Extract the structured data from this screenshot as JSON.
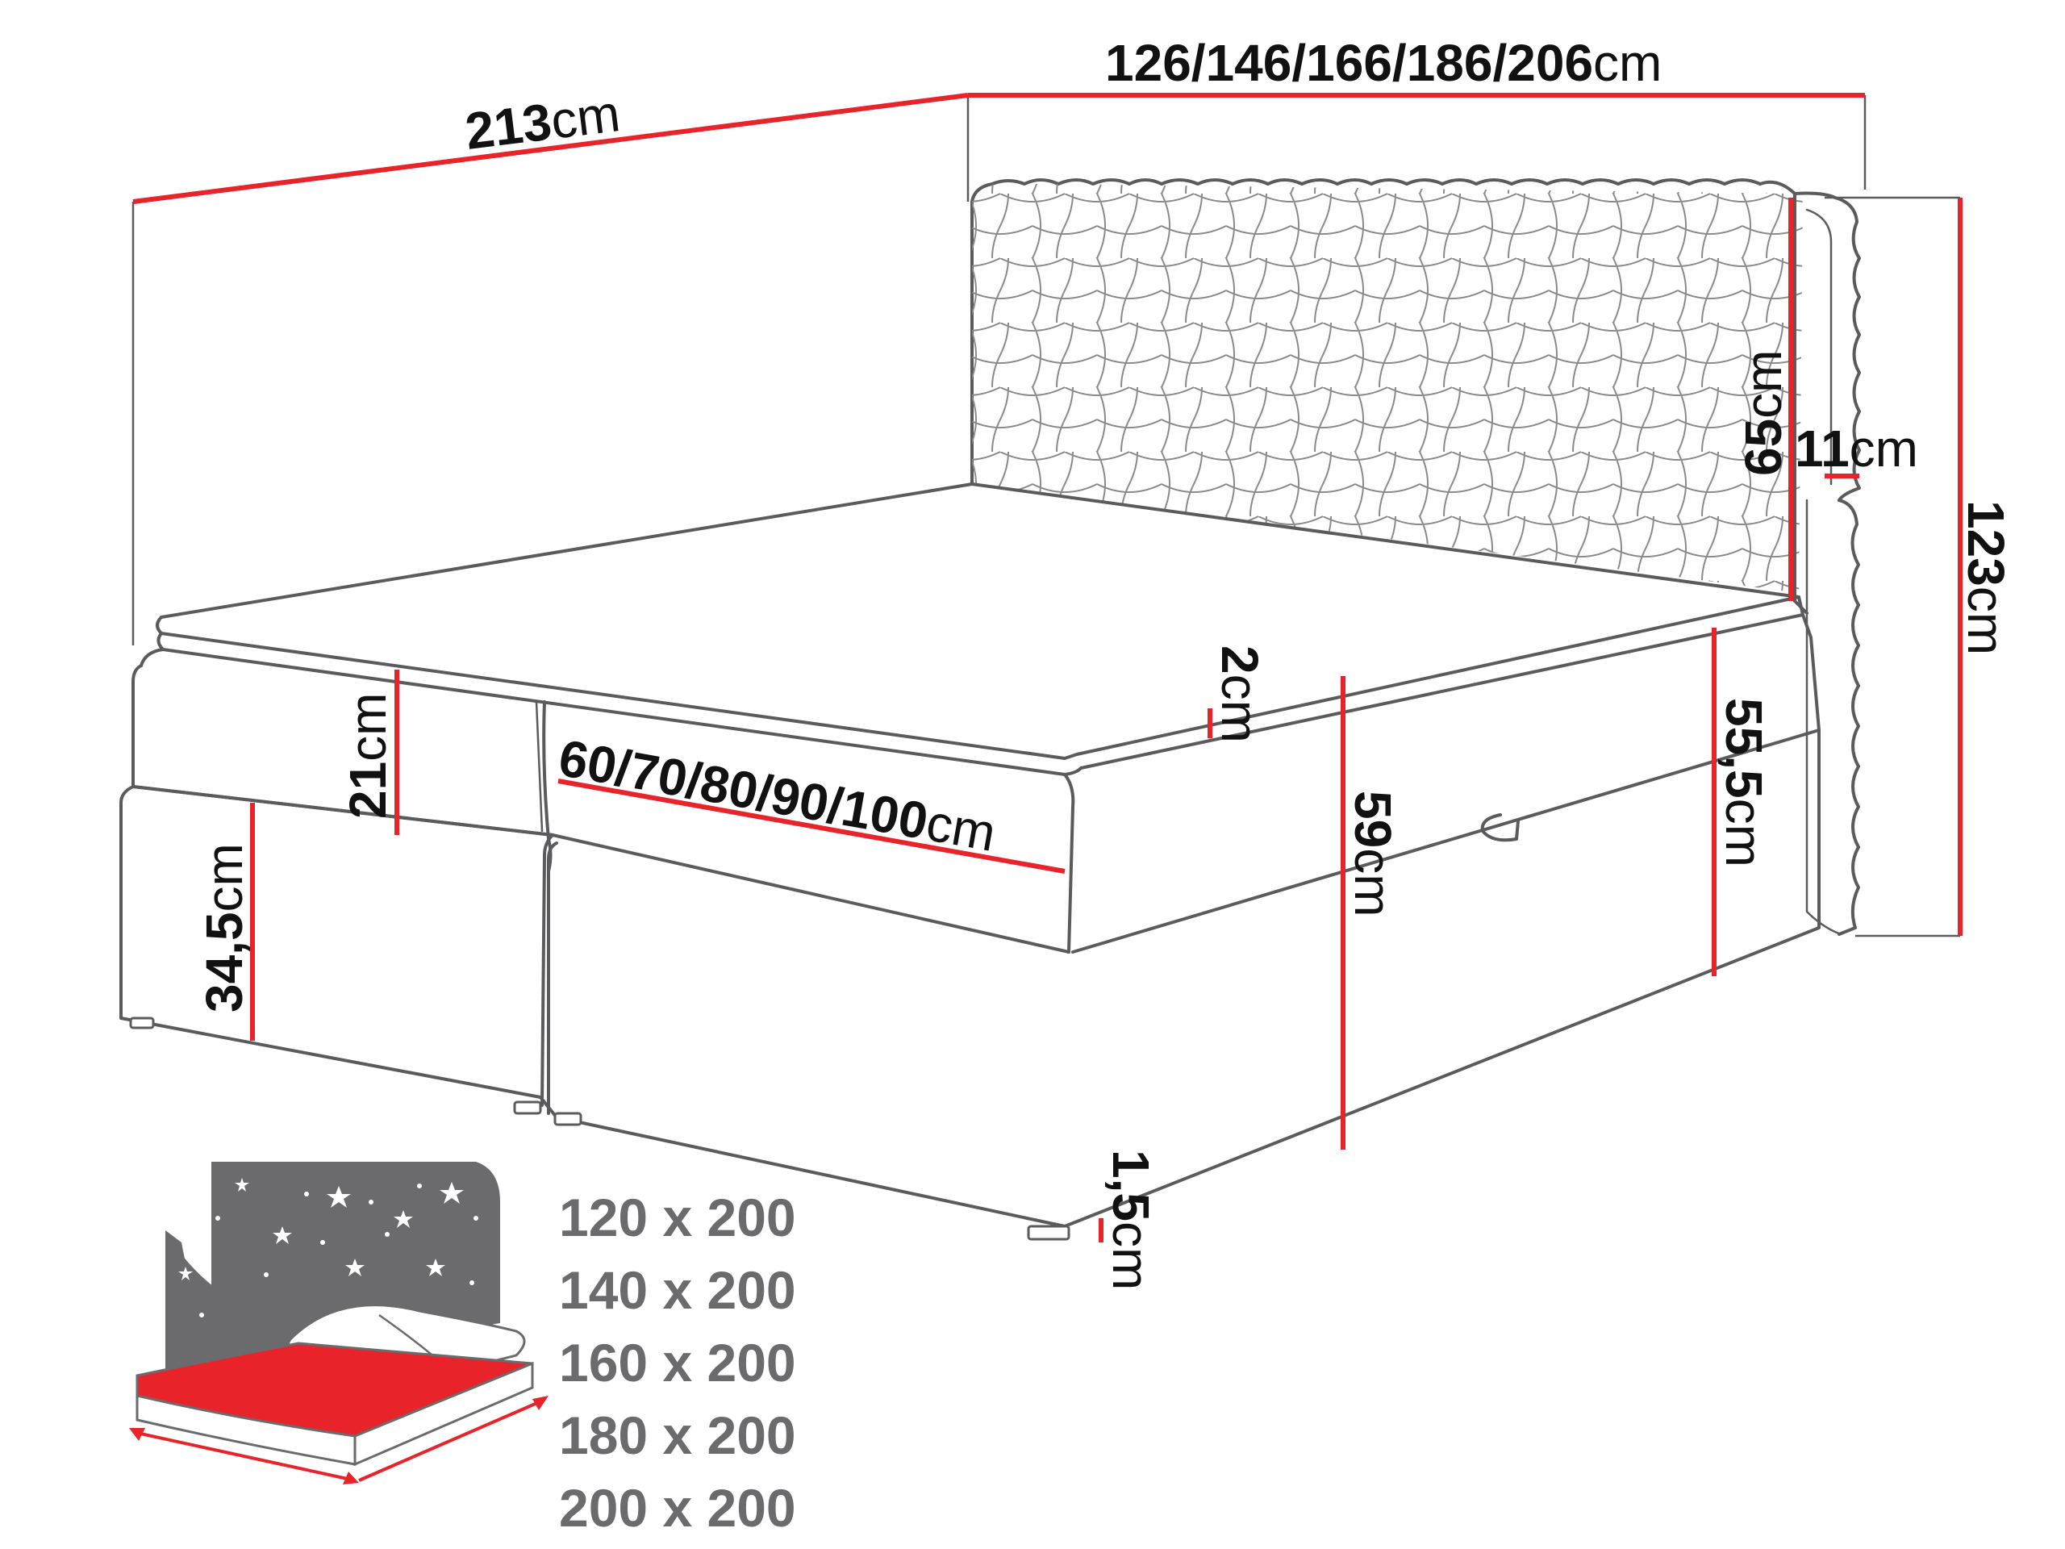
{
  "colors": {
    "outline": "#5b5b5d",
    "dimension_line": "#e8242a",
    "size_text": "#6b6b6d",
    "icon_dark": "#6b6b6d",
    "icon_mattress": "#e8242a"
  },
  "dimensions": {
    "length": {
      "value": "213",
      "unit": "cm"
    },
    "width": {
      "value": "126/146/166/186/206",
      "unit": "cm"
    },
    "headboard_panel_height": {
      "value": "65",
      "unit": "cm"
    },
    "headboard_thickness": {
      "value": "11",
      "unit": "cm"
    },
    "total_height": {
      "value": "123",
      "unit": "cm"
    },
    "topper_height": {
      "value": "2",
      "unit": "cm"
    },
    "mattress_height": {
      "value": "21",
      "unit": "cm"
    },
    "box_width": {
      "value": "60/70/80/90/100",
      "unit": "cm"
    },
    "sleeping_height": {
      "value": "59",
      "unit": "cm"
    },
    "side_height": {
      "value": "55,5",
      "unit": "cm"
    },
    "base_height": {
      "value": "34,5",
      "unit": "cm"
    },
    "feet_height": {
      "value": "1,5",
      "unit": "cm"
    }
  },
  "sizes": [
    "120 x 200",
    "140 x 200",
    "160 x 200",
    "180 x 200",
    "200 x 200"
  ],
  "icons": [
    "bed-size-icon"
  ]
}
